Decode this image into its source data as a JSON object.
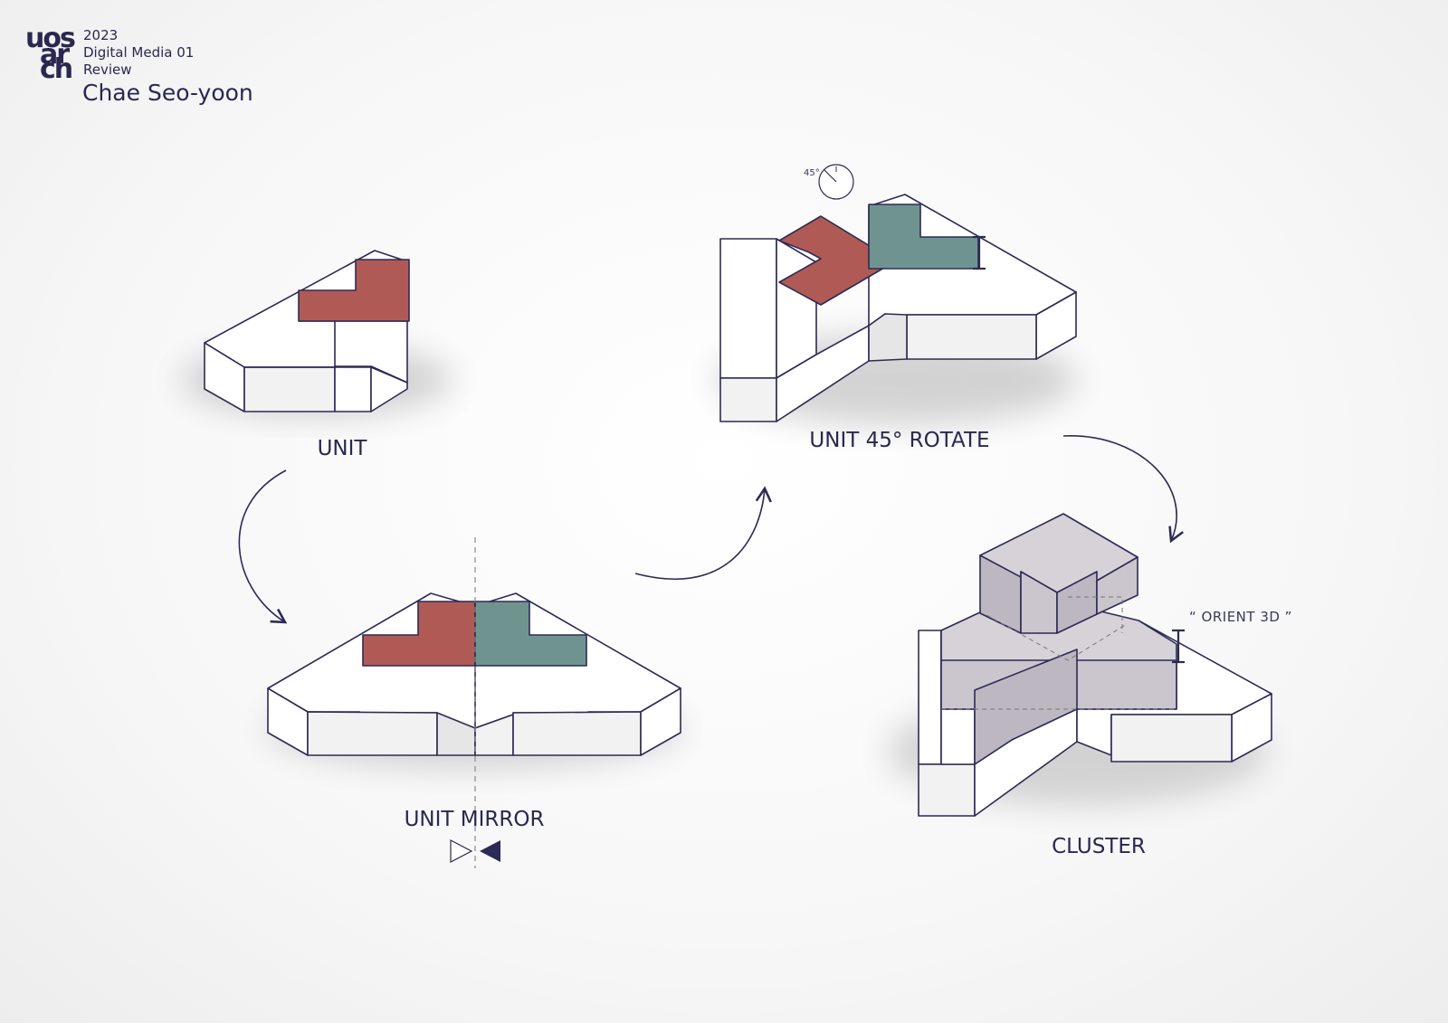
{
  "header": {
    "logo_lines": [
      "uos",
      "ar",
      "ch"
    ],
    "year": "2023",
    "course": "Digital Media 01",
    "review": "Review",
    "author": "Chae Seo-yoon"
  },
  "diagram": {
    "unit_label": "UNIT",
    "mirror_label": "UNIT MIRROR",
    "rotate_label": "UNIT 45° ROTATE",
    "rotate_angle": "45°",
    "cluster_label": "CLUSTER",
    "orient_note": "“ ORIENT 3D ”"
  },
  "colors": {
    "red": "#b05a56",
    "teal": "#6f9490",
    "ink": "#2d2a55"
  }
}
